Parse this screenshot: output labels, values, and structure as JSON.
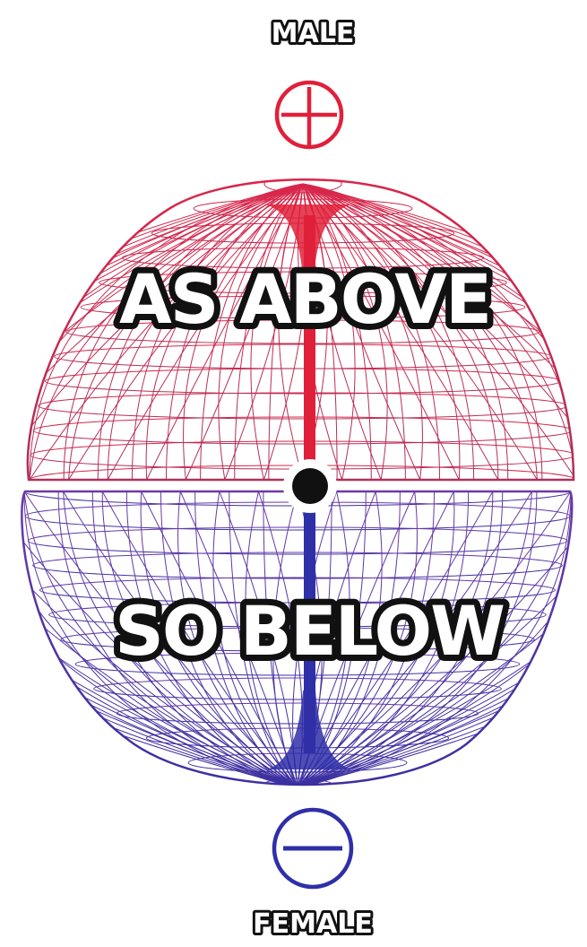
{
  "diagram": {
    "top_label": "MALE",
    "bottom_label": "FEMALE",
    "upper_text": "AS ABOVE",
    "lower_text": "SO BELOW",
    "top_symbol": "plus-sign",
    "bottom_symbol": "minus-sign"
  },
  "colors": {
    "upper_pole": "#e0203a",
    "lower_pole": "#2f2fa8",
    "upper_mesh_top": "#d9264a",
    "upper_mesh_bottom": "#b0305a",
    "lower_mesh_top": "#6a3aa8",
    "lower_mesh_bottom": "#3b2fa0",
    "center_point": "#111111",
    "label_outline": "#111111",
    "label_fill": "#ffffff"
  }
}
